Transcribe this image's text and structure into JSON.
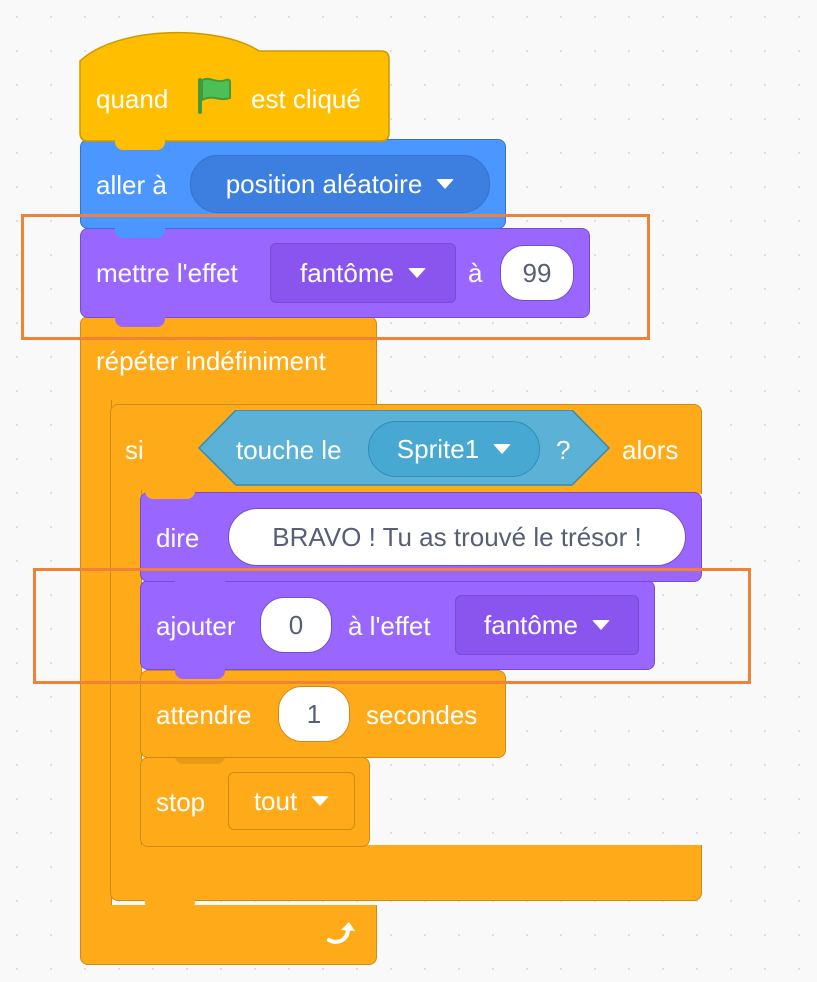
{
  "hat": {
    "word_when": "quand",
    "word_clicked": "est cliqué",
    "flag_icon": "green-flag-icon"
  },
  "goto": {
    "label": "aller à",
    "target": "position aléatoire"
  },
  "set_effect": {
    "label": "mettre l'effet",
    "effect": "fantôme",
    "word_to": "à",
    "value": "99"
  },
  "forever": {
    "label": "répéter indéfiniment",
    "loop_icon": "loop-arrow-icon"
  },
  "if_block": {
    "word_if": "si",
    "word_then": "alors"
  },
  "touching": {
    "label": "touche le",
    "object": "Sprite1",
    "question": "?"
  },
  "say": {
    "label": "dire",
    "message": "BRAVO ! Tu as trouvé le trésor !"
  },
  "change_effect": {
    "label": "ajouter",
    "value": "0",
    "word_effect": "à l'effet",
    "effect": "fantôme"
  },
  "wait": {
    "label": "attendre",
    "value": "1",
    "unit": "secondes"
  },
  "stop": {
    "label": "stop",
    "option": "tout"
  },
  "colors": {
    "events": "#ffbf00",
    "motion": "#4c97ff",
    "looks": "#9966ff",
    "control": "#ffab19",
    "sensing": "#5cb1d6",
    "highlight": "#f08237"
  }
}
